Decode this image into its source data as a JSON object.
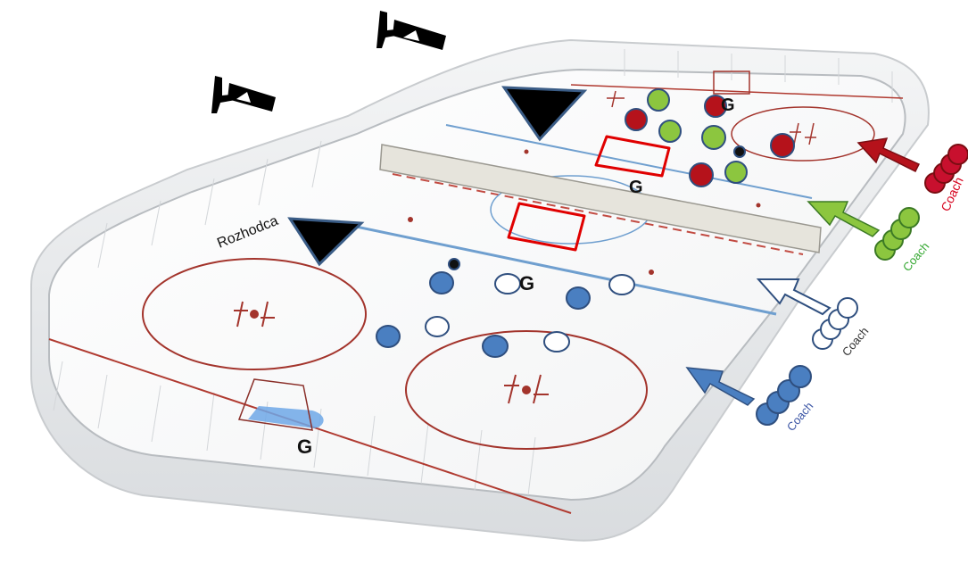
{
  "labels": {
    "referee": "Rozhodca",
    "goalie": "G",
    "coach": "Coach"
  },
  "colors": {
    "red_team": "#b5121b",
    "green_team": "#8cc63f",
    "white_team": "#ffffff",
    "blue_team": "#4a7fc1",
    "player_outline": "#2f4f7f",
    "ice_line_red": "#a3342c",
    "ice_line_blue": "#6f9fcf",
    "divider_board": "#e6e4dc",
    "zone_box": "#e00000",
    "referee_marker": "#000000",
    "crease": "#6fa8e8"
  },
  "icons": [
    "security-camera-icon",
    "security-camera-icon",
    "referee-triangle-icon",
    "referee-triangle-icon"
  ],
  "teams": [
    {
      "id": "red",
      "coach_label": "Coach",
      "coach_color": "#d6001c"
    },
    {
      "id": "green",
      "coach_label": "Coach",
      "coach_color": "#35a832"
    },
    {
      "id": "white",
      "coach_label": "Coach",
      "coach_color": "#333333"
    },
    {
      "id": "blue",
      "coach_label": "Coach",
      "coach_color": "#3b55a5"
    }
  ]
}
